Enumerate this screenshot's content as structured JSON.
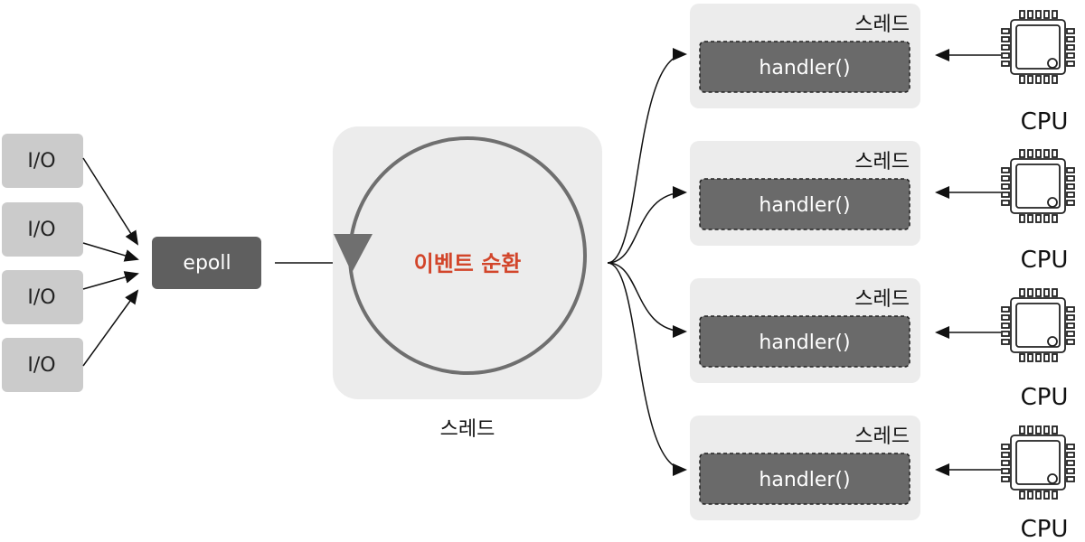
{
  "io_label": "I/O",
  "epoll_label": "epoll",
  "event_loop_label": "이벤트 순환",
  "main_thread_label": "스레드",
  "workers": [
    {
      "thread_label": "스레드",
      "handler_label": "handler()",
      "cpu_label": "CPU"
    },
    {
      "thread_label": "스레드",
      "handler_label": "handler()",
      "cpu_label": "CPU"
    },
    {
      "thread_label": "스레드",
      "handler_label": "handler()",
      "cpu_label": "CPU"
    },
    {
      "thread_label": "스레드",
      "handler_label": "handler()",
      "cpu_label": "CPU"
    }
  ],
  "colors": {
    "io_box": "#cbcbcb",
    "epoll_box": "#5f5f5f",
    "panel_bg": "#ececec",
    "loop_circle": "#6f6f6f",
    "event_loop_text": "#d2452a",
    "handler_box": "#6a6a6a"
  }
}
